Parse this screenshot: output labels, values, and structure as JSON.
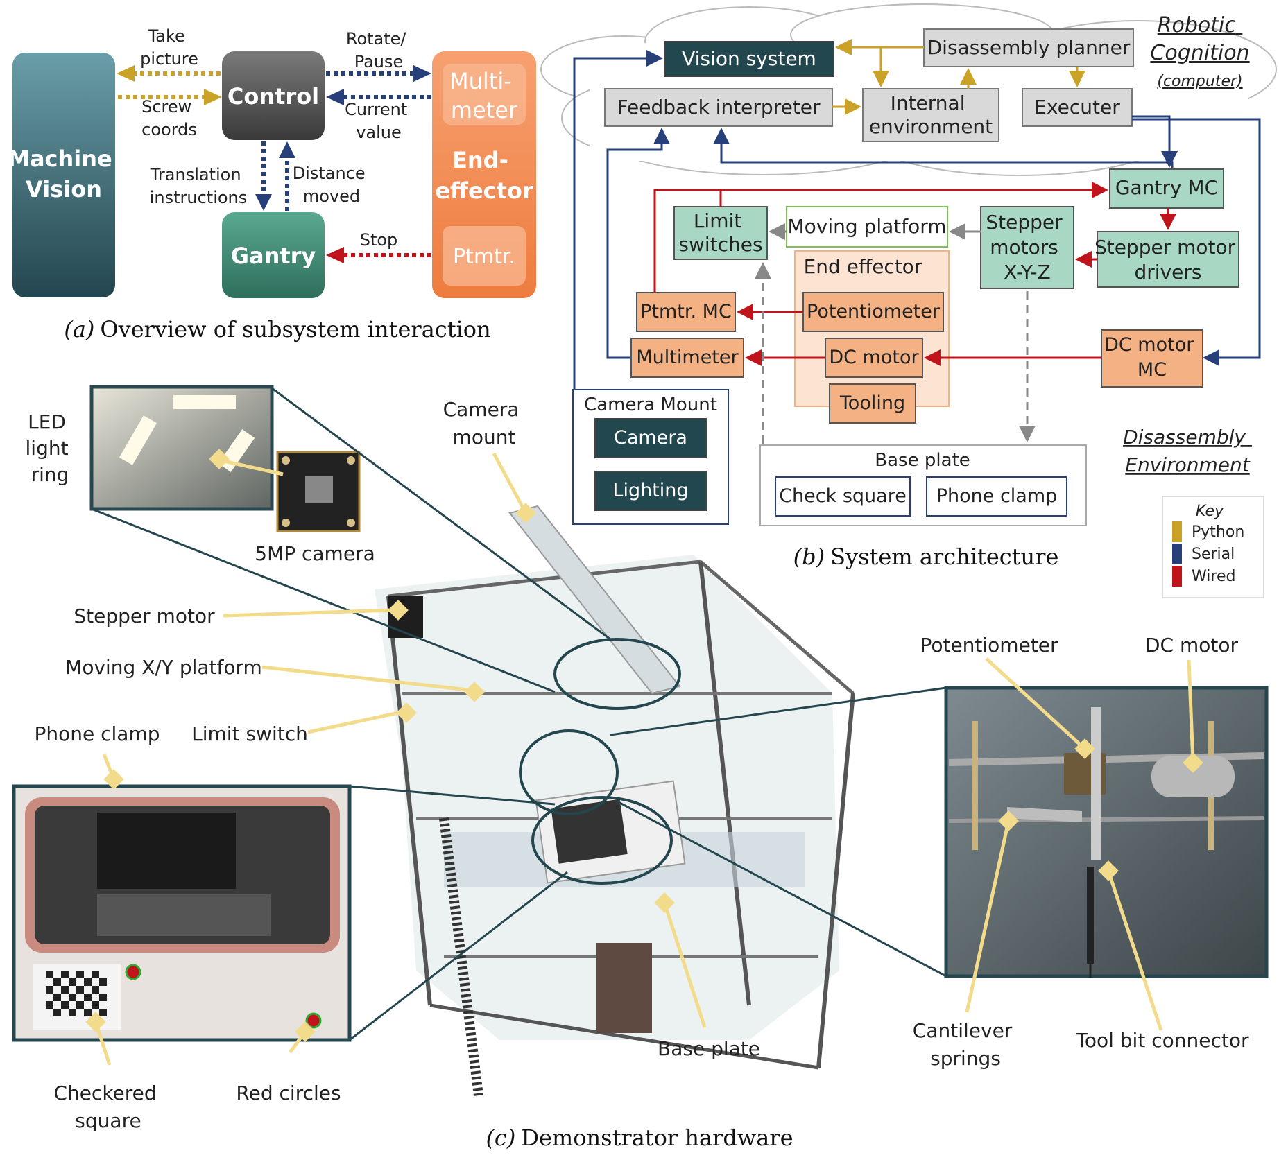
{
  "panel_a": {
    "caption_letter": "(a)",
    "caption_text": "Overview of subsystem interaction",
    "machine_vision": "Machine Vision",
    "control": "Control",
    "gantry": "Gantry",
    "end_effector": "End-effector",
    "multimeter": "Multi-meter",
    "ptmtr": "Ptmtr.",
    "take_picture": "Take picture",
    "screw_coords": "Screw coords",
    "rotate_pause": "Rotate/ Pause",
    "current_value": "Current value",
    "translation_instructions": "Translation instructions",
    "distance_moved": "Distance moved",
    "stop": "Stop"
  },
  "panel_b": {
    "caption_letter": "(b)",
    "caption_text": "System architecture",
    "robotic_cognition": "Robotic Cognition",
    "computer": "(computer)",
    "vision_system": "Vision system",
    "disassembly_planner": "Disassembly planner",
    "feedback_interpreter": "Feedback interpreter",
    "internal_environment": "Internal environment",
    "executer": "Executer",
    "gantry_mc": "Gantry MC",
    "limit_switches": "Limit switches",
    "moving_platform": "Moving platform",
    "stepper_motors": "Stepper motors X-Y-Z",
    "stepper_motor_drivers": "Stepper motor drivers",
    "end_effector": "End effector",
    "ptmtr_mc": "Ptmtr. MC",
    "potentiometer": "Potentiometer",
    "multimeter": "Multimeter",
    "dc_motor": "DC motor",
    "dc_motor_mc": "DC motor MC",
    "tooling": "Tooling",
    "camera_mount": "Camera Mount",
    "camera": "Camera",
    "lighting": "Lighting",
    "base_plate": "Base plate",
    "check_square": "Check square",
    "phone_clamp": "Phone clamp",
    "disassembly_environment": "Disassembly Environment",
    "key_title": "Key",
    "key_items": [
      {
        "label": "Python",
        "color": "#c9a227"
      },
      {
        "label": "Serial",
        "color": "#27407a"
      },
      {
        "label": "Wired",
        "color": "#c0141c"
      }
    ]
  },
  "panel_c": {
    "caption_letter": "(c)",
    "caption_text": "Demonstrator hardware",
    "led_light_ring": "LED light ring",
    "camera_5mp": "5MP camera",
    "camera_mount": "Camera mount",
    "stepper_motor": "Stepper motor",
    "moving_xy_platform": "Moving X/Y platform",
    "limit_switch": "Limit switch",
    "phone_clamp": "Phone clamp",
    "checkered_square": "Checkered square",
    "red_circles": "Red circles",
    "base_plate": "Base plate",
    "potentiometer": "Potentiometer",
    "dc_motor": "DC motor",
    "cantilever_springs": "Cantilever springs",
    "tool_bit_connector": "Tool bit connector"
  },
  "colors": {
    "python": "#c9a227",
    "serial": "#27407a",
    "wired": "#c0141c",
    "teal_dark": "#23474f",
    "gray_box": "#d9d9d9",
    "green_box": "#a8d8c4",
    "orange_box": "#f4b183",
    "pointer": "#f2dc8c"
  }
}
